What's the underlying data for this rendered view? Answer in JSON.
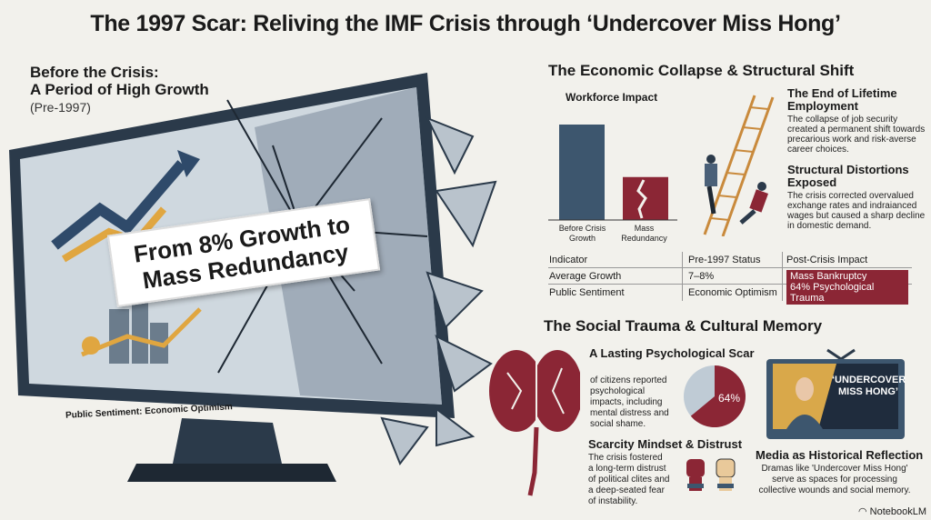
{
  "title": "The 1997 Scar: Reliving the IMF Crisis through ‘Undercover Miss Hong’",
  "left": {
    "heading_line1": "Before the Crisis:",
    "heading_line2": "A Period of High Growth",
    "subheading": "(Pre-1997)",
    "banner_line1": "From 8% Growth to",
    "banner_line2": "Mass Redundancy",
    "screen_caption": "Public Sentiment: Economic Optimism"
  },
  "collapse": {
    "heading": "The Economic Collapse & Structural Shift",
    "chart_title": "Workforce Impact",
    "chart_data": {
      "type": "bar",
      "title": "Workforce Impact",
      "categories": [
        "Before Crisis Growth",
        "Mass Redundancy"
      ],
      "values": [
        100,
        45
      ],
      "colors": [
        "#3d566e",
        "#8b2635"
      ]
    },
    "labels": [
      "Before Crisis Growth",
      "Mass Redundancy"
    ],
    "blocks": [
      {
        "title": "The End of Lifetime Employment",
        "text": "The collapse of job security created a permanent shift towards precarious work and risk-averse career choices."
      },
      {
        "title": "Structural Distortions Exposed",
        "text": "The crisis corrected overvalued exchange rates and indraianced wages but caused a sharp decline in domestic demand."
      }
    ],
    "table": {
      "headers": [
        "Indicator",
        "Pre-1997 Status",
        "Post-Crisis Impact"
      ],
      "rows": [
        [
          "Average Growth",
          "7–8%",
          "Mass Bankruptcy"
        ],
        [
          "Public Sentiment",
          "Economic Optimism",
          "64% Psychological Trauma"
        ]
      ]
    }
  },
  "social": {
    "heading": "The Social Trauma & Cultural Memory",
    "scar_title": "A Lasting Psychological Scar",
    "scar_text": "of citizens reported psychological impacts, including mental distress and social shame.",
    "pie_percent": 64,
    "pie_label": "64%",
    "scarcity_title": "Scarcity Mindset & Distrust",
    "scarcity_text": "The crisis fostered a long-term distrust of political clites and a deep-seated fear of instability.",
    "tv_text_line1": "‘UNDERCOVER",
    "tv_text_line2": "MISS HONG’",
    "media_title": "Media as Historical Reflection",
    "media_text": "Dramas like 'Undercover Miss Hong' serve as spaces for processing collective wounds and social memory."
  },
  "brand": "NotebookLM",
  "colors": {
    "navy": "#3d566e",
    "maroon": "#8b2635",
    "bg": "#f2f1ec"
  }
}
